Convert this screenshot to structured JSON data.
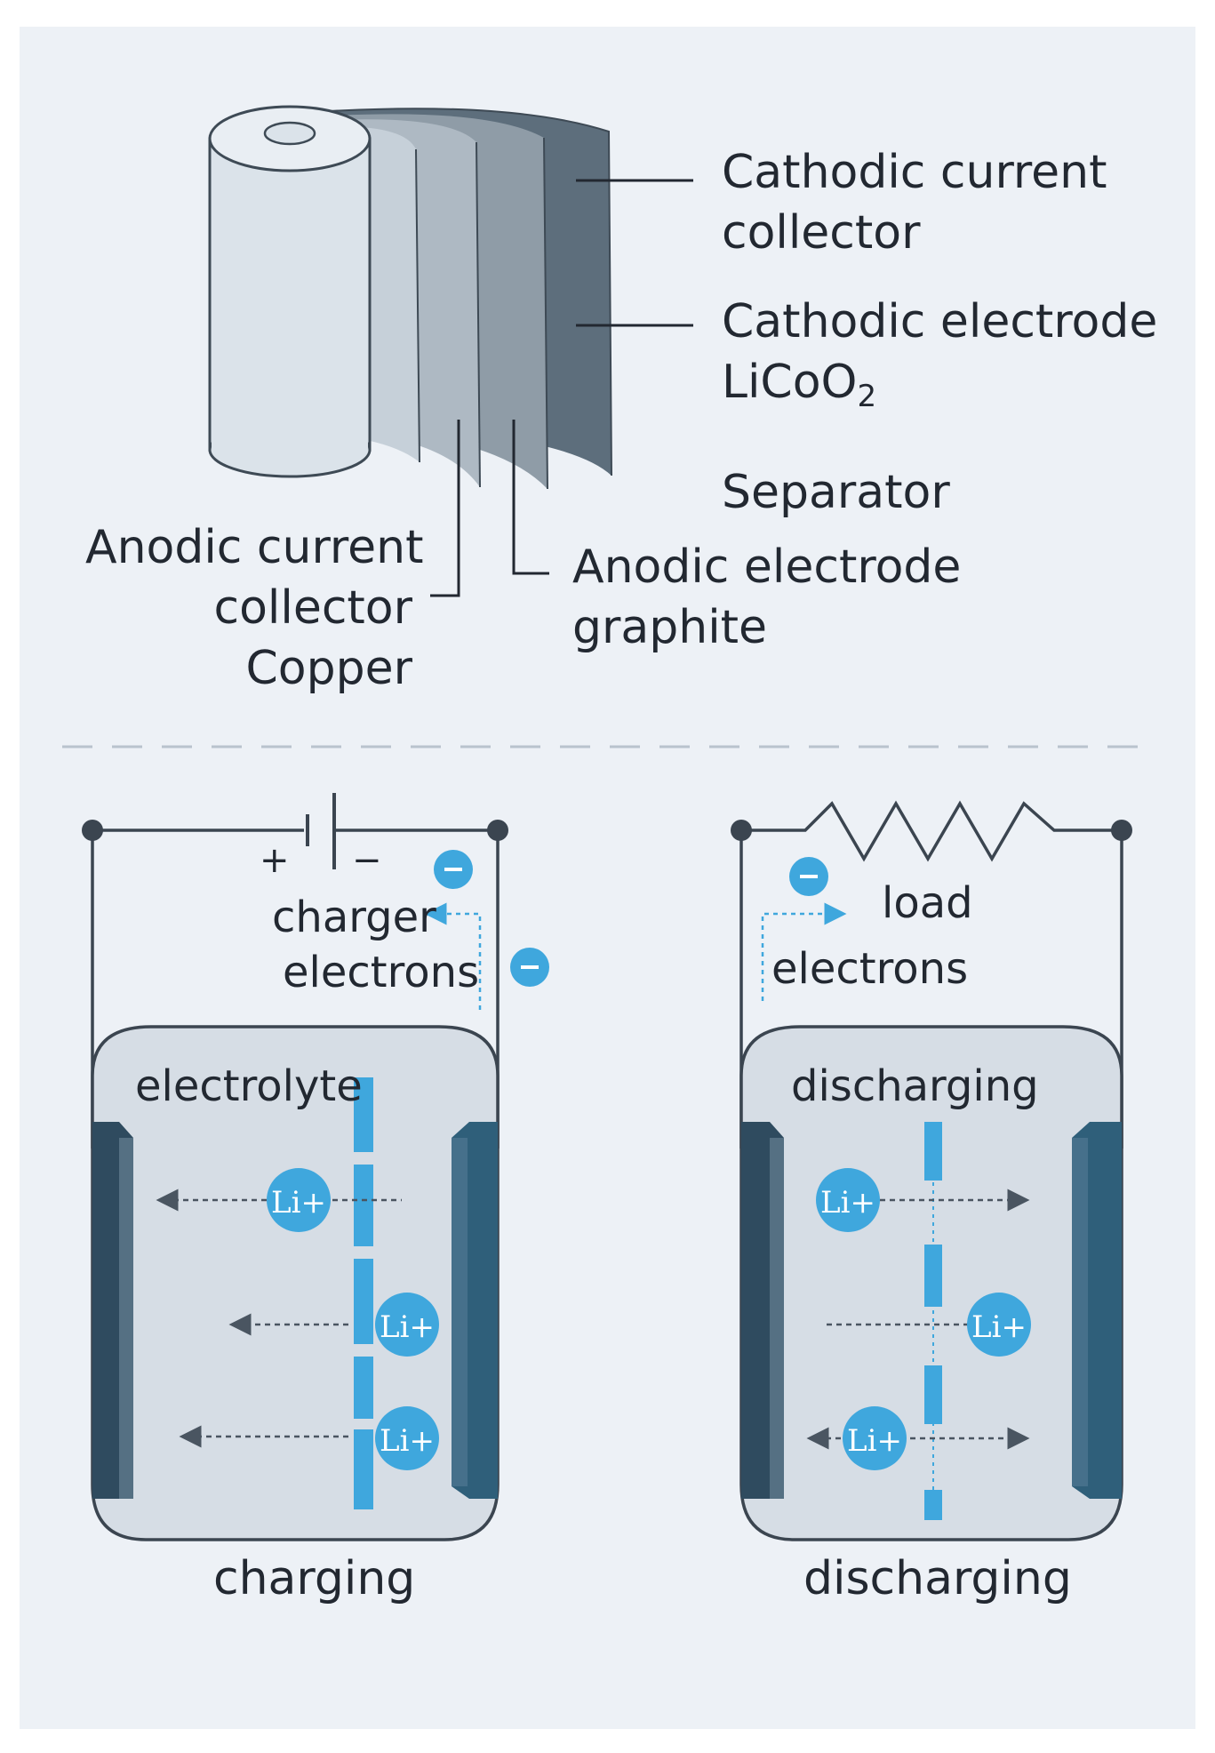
{
  "roll": {
    "cathodic_collector_line1": "Cathodic current",
    "cathodic_collector_line2": "collector",
    "cathodic_electrode_line1": "Cathodic electrode",
    "cathodic_electrode_formula": "LiCoO",
    "cathodic_electrode_subscript": "2",
    "separator": "Separator",
    "anodic_collector_line1": "Anodic current",
    "anodic_collector_line2": "collector",
    "anodic_collector_line3": "Copper",
    "anodic_electrode_line1": "Anodic electrode",
    "anodic_electrode_line2": "graphite"
  },
  "charging_cell": {
    "plus": "+",
    "minus": "−",
    "charger": "charger",
    "electrons": "electrons",
    "electrolyte": "electrolyte",
    "caption": "charging",
    "ion": "Li+"
  },
  "discharging_cell": {
    "load": "load",
    "electrons": "electrons",
    "inside_label": "discharging",
    "caption": "discharging",
    "ion": "Li+"
  },
  "colors": {
    "background": "#edf1f6",
    "electrode_dark": "#2f4b5f",
    "accent_blue": "#3fa7dd",
    "cell_fill": "#d6dde5",
    "wire": "#3b4550"
  }
}
